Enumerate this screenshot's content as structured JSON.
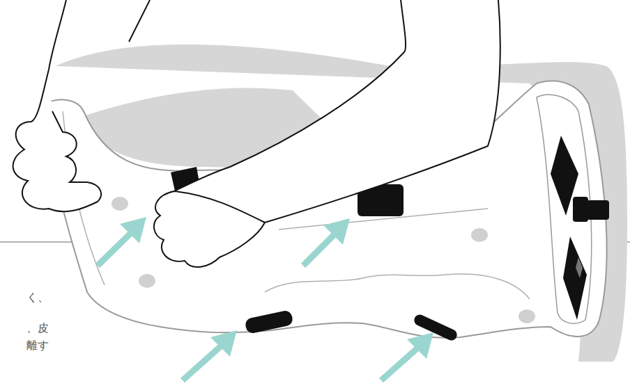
{
  "diagram": {
    "labels": [
      "く、",
      "、皮",
      "離す"
    ]
  }
}
